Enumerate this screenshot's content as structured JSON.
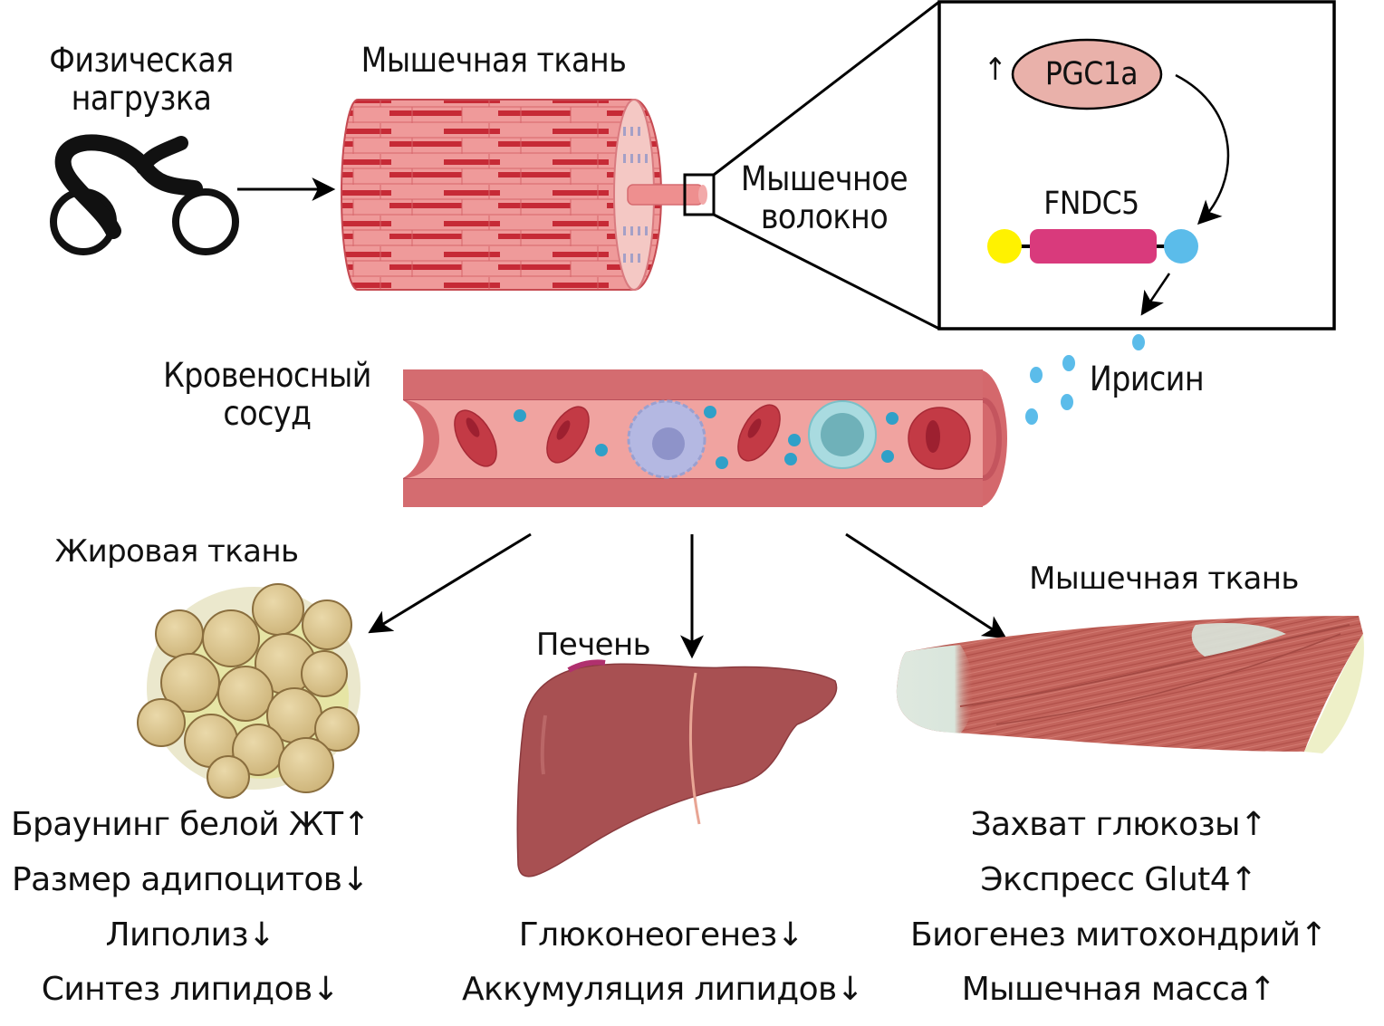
{
  "top": {
    "exercise_label_line1": "Физическая",
    "exercise_label_line2": "нагрузка",
    "muscle_tissue_label": "Мышечная ткань",
    "muscle_fiber_label_line1": "Мышечное",
    "muscle_fiber_label_line2": "волокно"
  },
  "inset": {
    "pgc1a_label": "PGC1a",
    "pgc1a_arrow": "↑",
    "fndc5_label": "FNDC5",
    "irisin_label": "Ирисин"
  },
  "vessel": {
    "label_line1": "Кровеносный",
    "label_line2": "сосуд"
  },
  "targets": {
    "adipose": {
      "title": "Жировая ткань",
      "effects": [
        "Браунинг белой ЖТ↑",
        "Размер адипоцитов↓",
        "Липолиз↓",
        "Синтез липидов↓"
      ]
    },
    "liver": {
      "title": "Печень",
      "effects": [
        "Глюконеогенез↓",
        "Аккумуляция липидов↓"
      ]
    },
    "muscle": {
      "title": "Мышечная ткань",
      "effects": [
        "Захват глюкозы↑",
        "Экспресс Glut4↑",
        "Биогенез митохондрий↑",
        "Мышечная масса↑"
      ]
    }
  },
  "colors": {
    "pgc1a_fill": "#e9b1aa",
    "fndc5_body": "#d93a7c",
    "fndc5_left": "#fff200",
    "fndc5_right": "#5bbcea",
    "irisin_dot": "#5bbcea",
    "vessel_wall": "#d0686a",
    "vessel_lumen": "#f0a3a0",
    "rbc": "#c33a45",
    "liver": "#a85052",
    "fat_cell": "#dcc48c",
    "muscle": "#c4645c"
  },
  "icons": [
    "bicycle-icon",
    "muscle-cylinder-icon",
    "blood-vessel-icon",
    "adipose-icon",
    "liver-icon",
    "muscle-icon"
  ]
}
